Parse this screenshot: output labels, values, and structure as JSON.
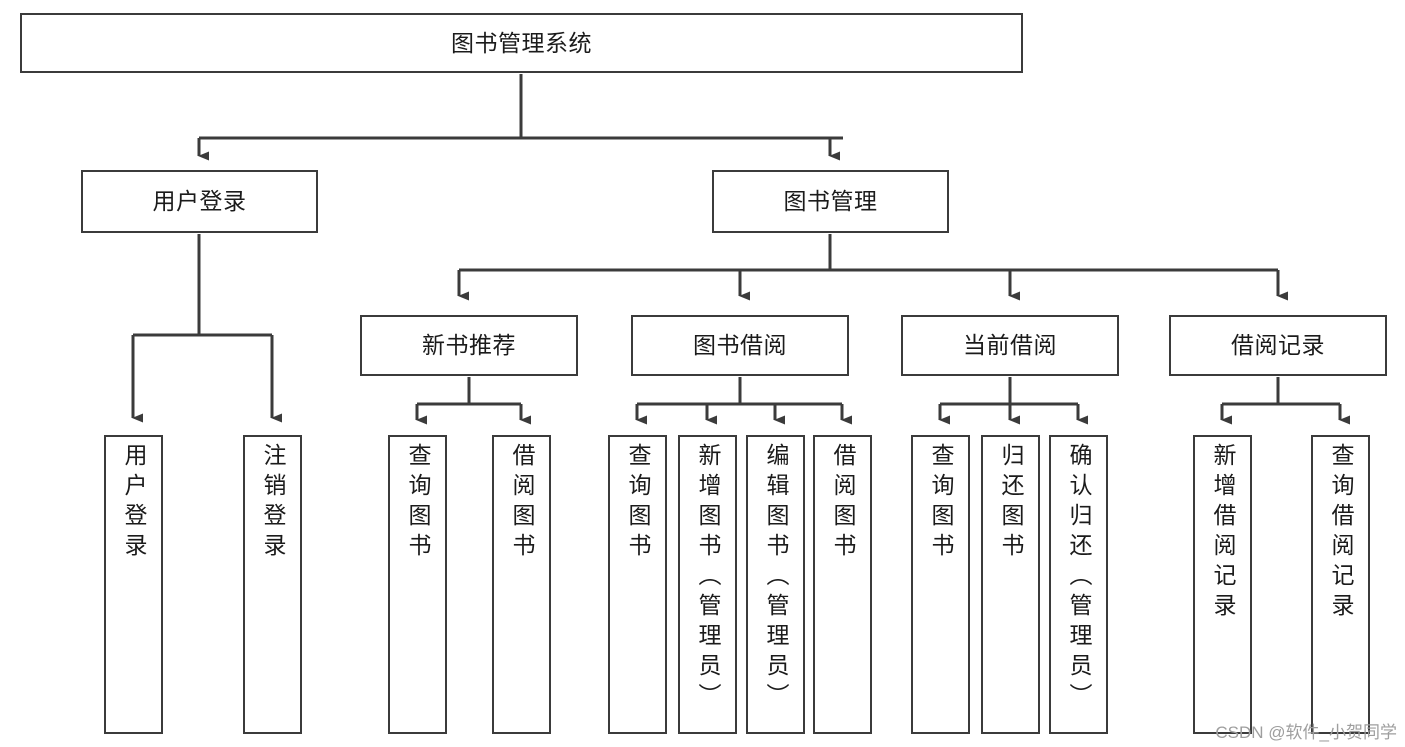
{
  "diagram": {
    "type": "tree-hierarchy",
    "title_node": "图书管理系统",
    "edge_color": "#3b3b3b",
    "box_border_color": "#3b3b3b",
    "box_fill_color": "#ffffff",
    "text_color": "#1b1b1b"
  },
  "nodes": {
    "root": {
      "label": "图书管理系统"
    },
    "level2": [
      {
        "label": "用户登录"
      },
      {
        "label": "图书管理"
      }
    ],
    "level3": [
      {
        "label": "新书推荐"
      },
      {
        "label": "图书借阅"
      },
      {
        "label": "当前借阅"
      },
      {
        "label": "借阅记录"
      }
    ],
    "leaves": {
      "user_login": [
        {
          "label": "用户登录"
        },
        {
          "label": "注销登录"
        }
      ],
      "new_book_recommend": [
        {
          "label": "查询图书"
        },
        {
          "label": "借阅图书"
        }
      ],
      "book_borrow": [
        {
          "label": "查询图书"
        },
        {
          "label": "新增图书（管理员）"
        },
        {
          "label": "编辑图书（管理员）"
        },
        {
          "label": "借阅图书"
        }
      ],
      "current_borrow": [
        {
          "label": "查询图书"
        },
        {
          "label": "归还图书"
        },
        {
          "label": "确认归还（管理员）"
        }
      ],
      "borrow_record": [
        {
          "label": "新增借阅记录"
        },
        {
          "label": "查询借阅记录"
        }
      ]
    }
  },
  "watermark": {
    "text": "CSDN @软件_小贺同学"
  }
}
